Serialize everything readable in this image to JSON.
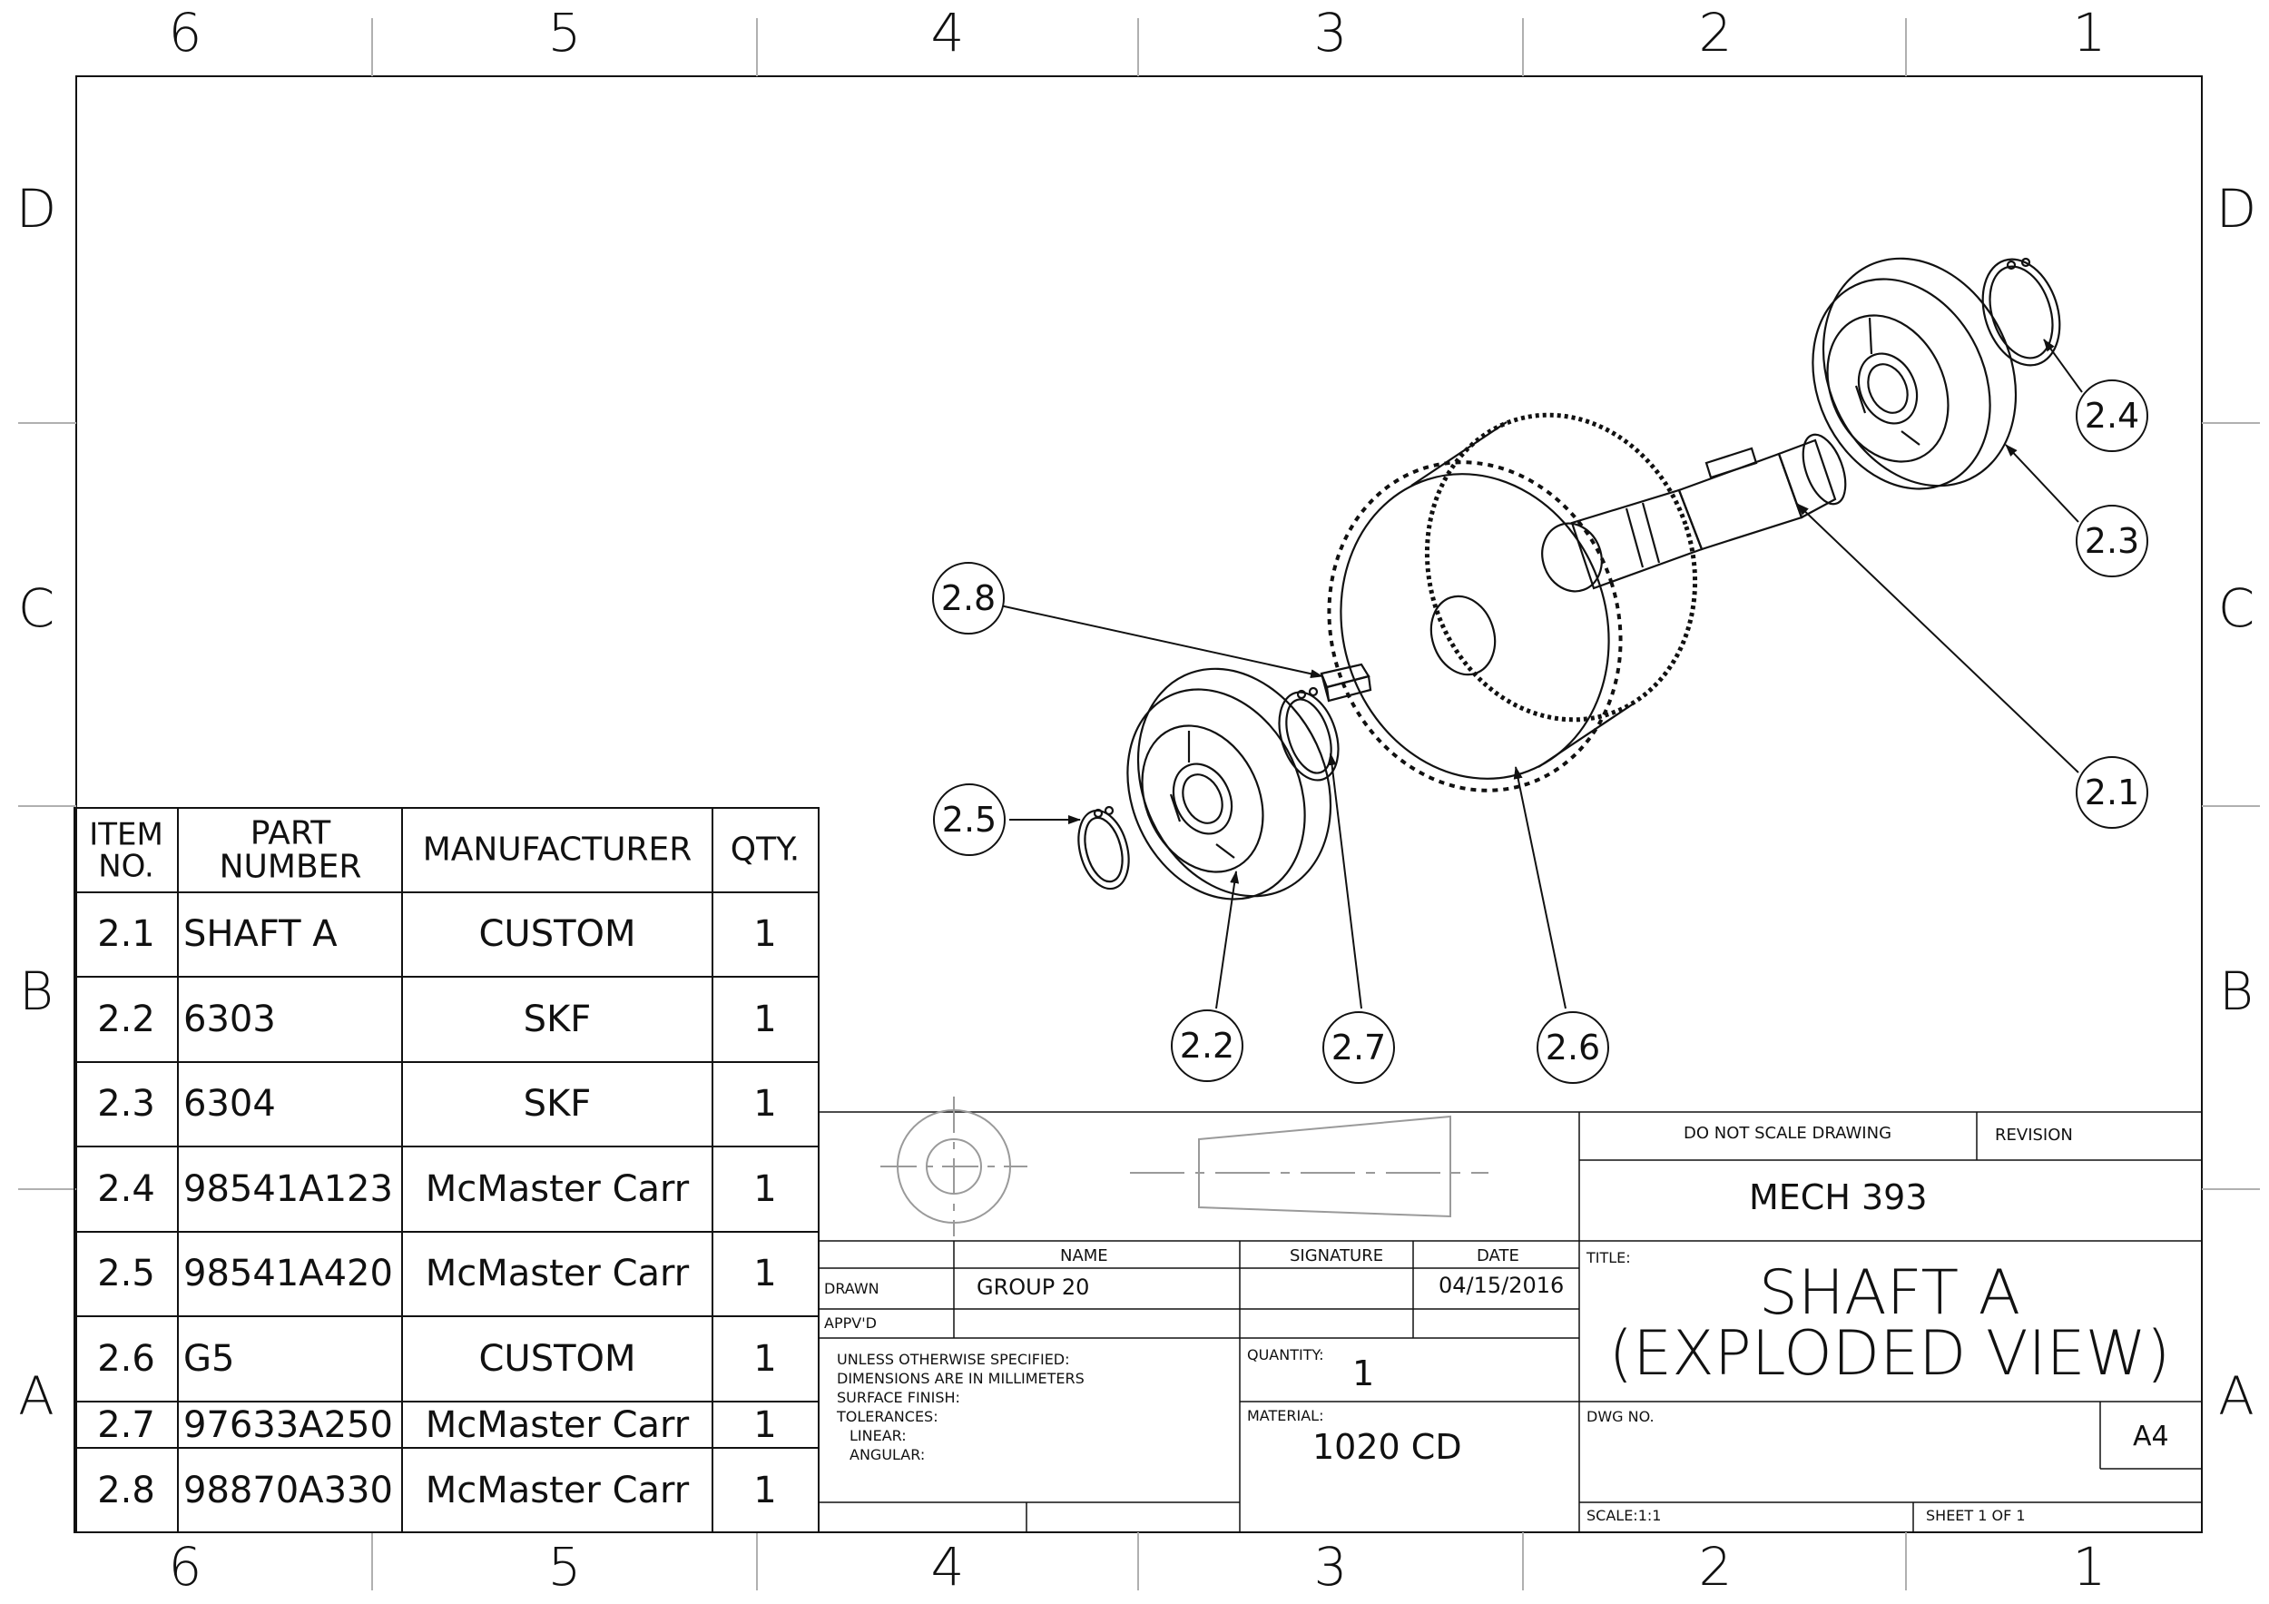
{
  "zones": {
    "cols": [
      "6",
      "5",
      "4",
      "3",
      "2",
      "1"
    ],
    "rows": [
      "D",
      "C",
      "B",
      "A"
    ]
  },
  "balloons": [
    "2.1",
    "2.2",
    "2.3",
    "2.4",
    "2.5",
    "2.6",
    "2.7",
    "2.8"
  ],
  "bom": {
    "headers": {
      "item": "ITEM\nNO.",
      "part": "PART\nNUMBER",
      "manufacturer": "MANUFACTURER",
      "qty": "QTY."
    },
    "rows": [
      {
        "item": "2.1",
        "part": "SHAFT A",
        "manufacturer": "CUSTOM",
        "qty": "1"
      },
      {
        "item": "2.2",
        "part": "6303",
        "manufacturer": "SKF",
        "qty": "1"
      },
      {
        "item": "2.3",
        "part": "6304",
        "manufacturer": "SKF",
        "qty": "1"
      },
      {
        "item": "2.4",
        "part": "98541A123",
        "manufacturer": "McMaster Carr",
        "qty": "1"
      },
      {
        "item": "2.5",
        "part": "98541A420",
        "manufacturer": "McMaster Carr",
        "qty": "1"
      },
      {
        "item": "2.6",
        "part": "G5",
        "manufacturer": "CUSTOM",
        "qty": "1"
      },
      {
        "item": "2.7",
        "part": "97633A250",
        "manufacturer": "McMaster Carr",
        "qty": "1"
      },
      {
        "item": "2.8",
        "part": "98870A330",
        "manufacturer": "McMaster Carr",
        "qty": "1"
      }
    ]
  },
  "title_block": {
    "do_not_scale": "DO NOT SCALE DRAWING",
    "revision_label": "REVISION",
    "course": "MECH 393",
    "name_label": "NAME",
    "signature_label": "SIGNATURE",
    "date_label": "DATE",
    "drawn_label": "DRAWN",
    "drawn_name": "GROUP 20",
    "drawn_date": "04/15/2016",
    "apprvd_label": "APPV'D",
    "notes": [
      "UNLESS OTHERWISE SPECIFIED:",
      "DIMENSIONS ARE IN MILLIMETERS",
      "SURFACE FINISH:",
      "TOLERANCES:",
      "LINEAR:",
      "ANGULAR:"
    ],
    "quantity_label": "QUANTITY:",
    "quantity_value": "1",
    "material_label": "MATERIAL:",
    "material_value": "1020 CD",
    "title_label": "TITLE:",
    "title_line1": "SHAFT A",
    "title_line2": "(EXPLODED VIEW)",
    "dwg_no_label": "DWG NO.",
    "size": "A4",
    "scale": "SCALE:1:1",
    "sheet": "SHEET 1 OF 1"
  },
  "colors": {
    "line": "#111111",
    "projection_symbol": "#9a9a9a",
    "zone_divider": "#b0b0b0"
  }
}
